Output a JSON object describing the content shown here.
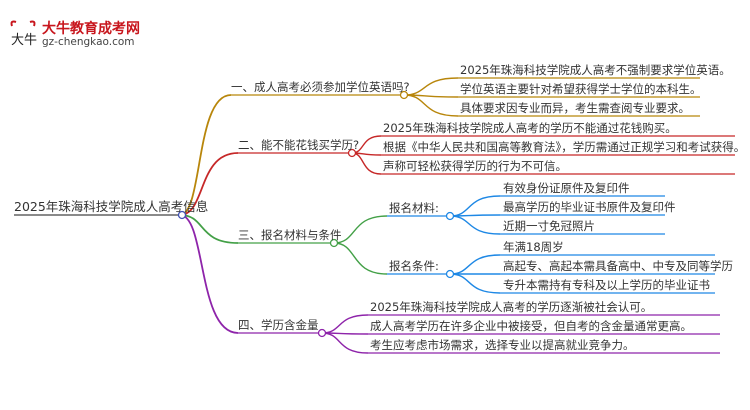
{
  "logo": {
    "title": "大牛教育成考网",
    "url": "gz-chengkao.com",
    "mark": "大牛"
  },
  "colors": {
    "brown": "#b8860b",
    "red": "#c62828",
    "green": "#43a047",
    "blue": "#1e88e5",
    "purple": "#8e24aa"
  },
  "root": {
    "label": "2025年珠海科技学院成人高考信息"
  },
  "branches": [
    {
      "label": "一、成人高考必须参加学位英语吗?",
      "leaves": [
        "2025年珠海科技学院成人高考不强制要求学位英语。",
        "学位英语主要针对希望获得学士学位的本科生。",
        "具体要求因专业而异，考生需查阅专业要求。"
      ]
    },
    {
      "label": "二、能不能花钱买学历?",
      "leaves": [
        "2025年珠海科技学院成人高考的学历不能通过花钱购买。",
        "根据《中华人民共和国高等教育法》，学历需通过正规学习和考试获得。",
        "声称可轻松获得学历的行为不可信。"
      ]
    },
    {
      "label": "三、报名材料与条件",
      "groups": [
        {
          "label": "报名材料:",
          "leaves": [
            "有效身份证原件及复印件",
            "最高学历的毕业证书原件及复印件",
            "近期一寸免冠照片"
          ]
        },
        {
          "label": "报名条件:",
          "leaves": [
            "年满18周岁",
            "高起专、高起本需具备高中、中专及同等学历",
            "专升本需持有专科及以上学历的毕业证书"
          ]
        }
      ]
    },
    {
      "label": "四、学历含金量",
      "leaves": [
        "2025年珠海科技学院成人高考的学历逐渐被社会认可。",
        "成人高考学历在许多企业中被接受，但自考的含金量通常更高。",
        "考生应考虑市场需求，选择专业以提高就业竞争力。"
      ]
    }
  ]
}
